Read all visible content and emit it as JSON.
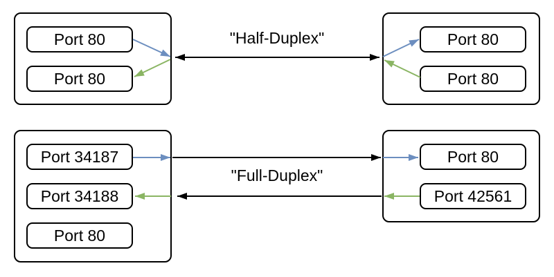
{
  "half_duplex": {
    "link_label": "\"Half-Duplex\"",
    "left_host_ports": [
      "Port 80",
      "Port 80"
    ],
    "right_host_ports": [
      "Port 80",
      "Port 80"
    ]
  },
  "full_duplex": {
    "link_label": "\"Full-Duplex\"",
    "left_host_ports": [
      "Port 34187",
      "Port 34188",
      "Port 80"
    ],
    "right_host_ports": [
      "Port 80",
      "Port 42561"
    ]
  },
  "colors": {
    "outbound_arrow_blue": "#6c8ebf",
    "return_arrow_green": "#8ab563",
    "link_arrow_black": "#000000",
    "box_border": "#000000",
    "text": "#000000",
    "background": "#ffffff"
  }
}
